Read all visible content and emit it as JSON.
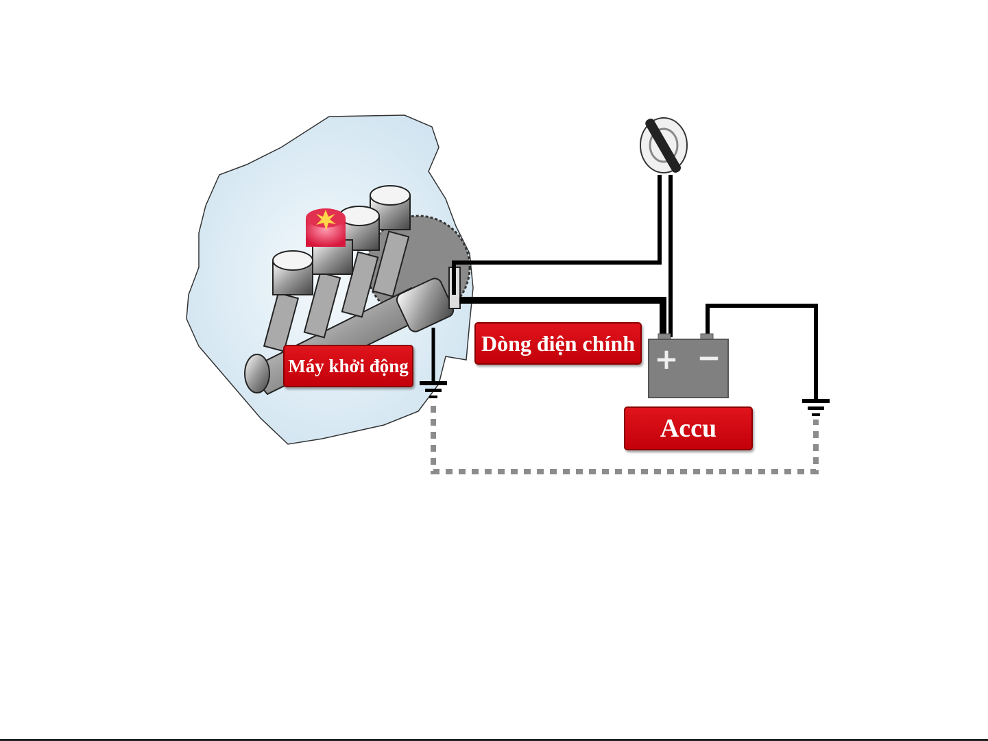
{
  "labels": {
    "starter": "Máy khởi động",
    "main_current": "Dòng điện chính",
    "battery": "Accu"
  },
  "battery_terminals": {
    "positive": "+",
    "negative": "−"
  },
  "colors": {
    "label_red": "#d0000c",
    "engine_blue": "#dcecf6",
    "battery_gray": "#808080",
    "wire": "#000000",
    "ground_dashed": "#8c8c8c"
  }
}
